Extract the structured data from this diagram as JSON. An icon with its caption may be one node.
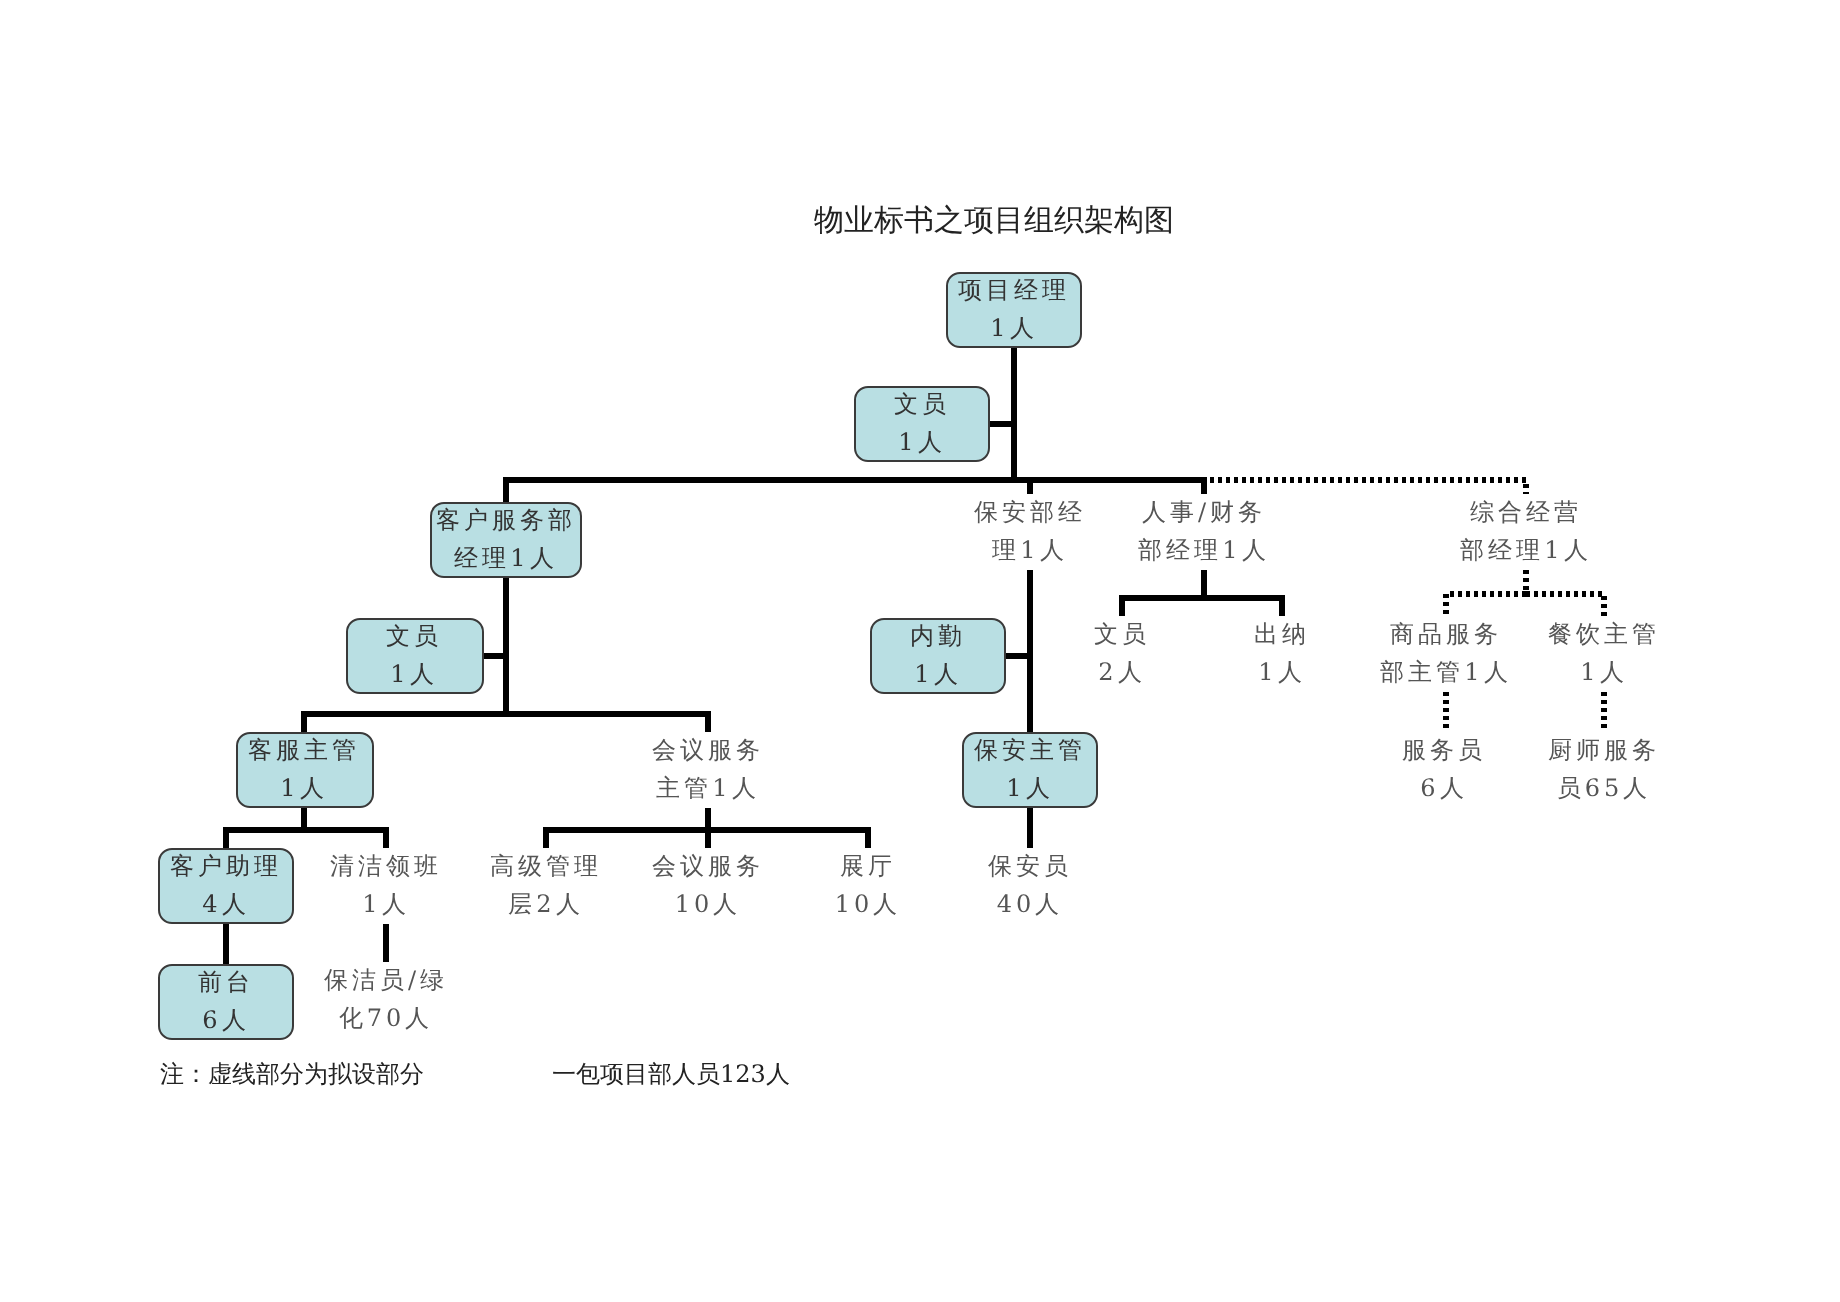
{
  "diagram": {
    "title": "物业标书之项目组织架构图",
    "nodes": [
      {
        "text": [
          "项目经理1人"
        ]
      },
      {
        "text": [
          "文员1人"
        ]
      },
      {
        "text": [
          "客户服务部经理1人"
        ]
      },
      {
        "text": [
          "保安部经理1人"
        ]
      },
      {
        "text": [
          "人事/财务部经理1人"
        ]
      },
      {
        "text": [
          "综合经营部经理1人"
        ]
      },
      {
        "text": [
          "文员1人"
        ]
      },
      {
        "text": [
          "内勤1人"
        ]
      },
      {
        "text": [
          "文员2人"
        ]
      },
      {
        "text": [
          "出纳1人"
        ]
      },
      {
        "text": [
          "商品服务部主管1人"
        ]
      },
      {
        "text": [
          "餐饮主管1人"
        ]
      },
      {
        "text": [
          "客服主管1人"
        ]
      },
      {
        "text": [
          "会议服务主管1人"
        ]
      },
      {
        "text": [
          "保安主管1人"
        ]
      },
      {
        "text": [
          "服务员6人"
        ]
      },
      {
        "text": [
          "厨师服务员65人"
        ]
      },
      {
        "text": [
          "客户助理4人"
        ]
      },
      {
        "text": [
          "清洁领班1人"
        ]
      },
      {
        "text": [
          "高级管理层2人"
        ]
      },
      {
        "text": [
          "会议服务10人"
        ]
      },
      {
        "text": [
          "展厅10人"
        ]
      },
      {
        "text": [
          "保安员40人"
        ]
      },
      {
        "text": [
          "前台6人"
        ]
      },
      {
        "text": [
          "保洁员/绿化70人"
        ]
      }
    ],
    "edges": [
      {
        "from": 0,
        "to": 1,
        "arrow": "none"
      },
      {
        "from": 0,
        "to": 2,
        "arrow": "none"
      },
      {
        "from": 0,
        "to": 3,
        "arrow": "none"
      },
      {
        "from": 0,
        "to": 4,
        "arrow": "none"
      },
      {
        "from": 0,
        "to": 5,
        "arrow": "none",
        "style": "dashed"
      },
      {
        "from": 2,
        "to": 6,
        "arrow": "none"
      },
      {
        "from": 2,
        "to": 12,
        "arrow": "none"
      },
      {
        "from": 2,
        "to": 13,
        "arrow": "none"
      },
      {
        "from": 3,
        "to": 7,
        "arrow": "none"
      },
      {
        "from": 3,
        "to": 14,
        "arrow": "none"
      },
      {
        "from": 14,
        "to": 22,
        "arrow": "none"
      },
      {
        "from": 4,
        "to": 8,
        "arrow": "none"
      },
      {
        "from": 4,
        "to": 9,
        "arrow": "none"
      },
      {
        "from": 5,
        "to": 10,
        "arrow": "none",
        "style": "dashed"
      },
      {
        "from": 5,
        "to": 11,
        "arrow": "none",
        "style": "dashed"
      },
      {
        "from": 10,
        "to": 15,
        "arrow": "none",
        "style": "dashed"
      },
      {
        "from": 11,
        "to": 16,
        "arrow": "none",
        "style": "dashed"
      },
      {
        "from": 12,
        "to": 17,
        "arrow": "none"
      },
      {
        "from": 12,
        "to": 18,
        "arrow": "none"
      },
      {
        "from": 17,
        "to": 23,
        "arrow": "none"
      },
      {
        "from": 18,
        "to": 24,
        "arrow": "none"
      },
      {
        "from": 13,
        "to": 19,
        "arrow": "none"
      },
      {
        "from": 13,
        "to": 20,
        "arrow": "none"
      },
      {
        "from": 13,
        "to": 21,
        "arrow": "none"
      }
    ],
    "labels": [
      "注：虚线部分为拟设部分",
      "一包项目部人员123人"
    ]
  }
}
